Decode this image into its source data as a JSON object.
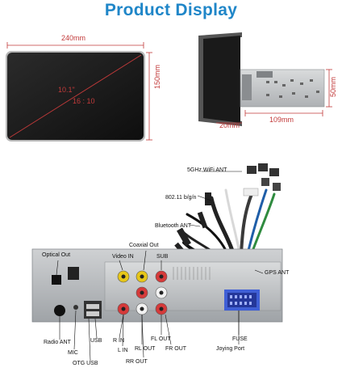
{
  "header": {
    "title": "Product Display"
  },
  "screen_front": {
    "width": "240mm",
    "height": "150mm",
    "diagonal": "10.1\"",
    "aspect": "16 : 10"
  },
  "screen_side": {
    "height": "50mm",
    "depth": "109mm",
    "bezel": "20mm"
  },
  "cable_labels": {
    "wifi_5ghz": "5GHz WiFi ANT",
    "wifi_b_g_n": "802.11 b/g/n",
    "bluetooth": "Bluetooth ANT",
    "optical": "Optical Out",
    "coaxial": "Coaxial Out",
    "video_in": "Video IN",
    "sub": "SUB",
    "gps": "GPS ANT",
    "radio": "Radio ANT",
    "usb": "USB",
    "mic": "MIC",
    "otg": "OTG USB",
    "r_in": "R IN",
    "l_in": "L IN",
    "rl_out": "RL OUT",
    "rr_out": "RR OUT",
    "fl_out": "FL OUT",
    "fr_out": "FR OUT",
    "fuse": "FUSE",
    "joying_port": "Joying Port"
  },
  "colors": {
    "title": "#1f86c8",
    "dimension": "#c23a3a",
    "rca_yellow": "#e6c619",
    "rca_red": "#d63a3a",
    "rca_white": "#f2f2f2"
  }
}
